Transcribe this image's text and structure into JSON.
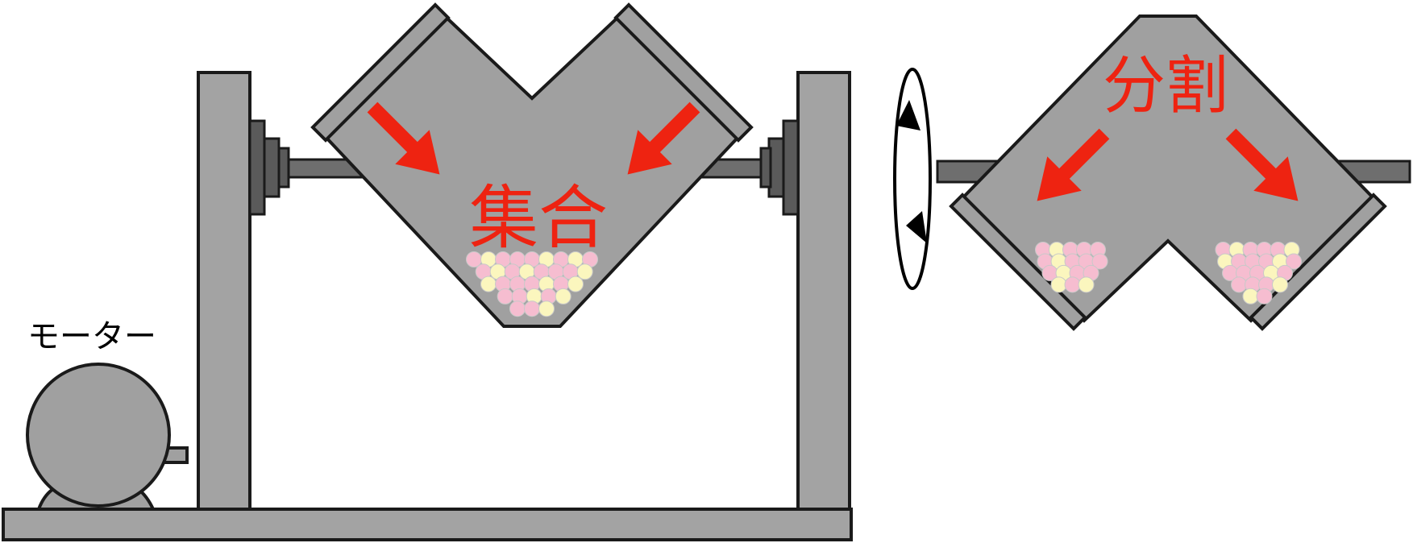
{
  "labels": {
    "motor": "モーター",
    "gather": "集合",
    "split": "分割"
  },
  "colors": {
    "machine_gray": "#a0a0a0",
    "frame_gray": "#a3a3a3",
    "shaft_gray": "#6e6e6e",
    "bearing_gray": "#5a5a5a",
    "arrow_red": "#ee2311",
    "particle_pink": "#f6bdd0",
    "particle_yellow": "#fbf6be",
    "outline": "#1a1a1a"
  },
  "icons": {
    "flow_arrows": "red-arrow-icon",
    "rotation": "rotation-arrow-icon"
  }
}
